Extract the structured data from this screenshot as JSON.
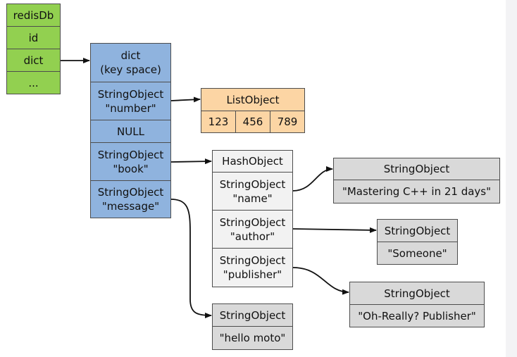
{
  "redisdb": {
    "cells": [
      "redisDb",
      "id",
      "dict",
      "..."
    ]
  },
  "dict": {
    "title_line1": "dict",
    "title_line2": "(key space)",
    "entries": [
      {
        "line1": "StringObject",
        "line2": "\"number\""
      },
      {
        "line1": "NULL",
        "line2": ""
      },
      {
        "line1": "StringObject",
        "line2": "\"book\""
      },
      {
        "line1": "StringObject",
        "line2": "\"message\""
      }
    ]
  },
  "list_object": {
    "title": "ListObject",
    "items": [
      "123",
      "456",
      "789"
    ]
  },
  "hash_object": {
    "title": "HashObject",
    "fields": [
      {
        "line1": "StringObject",
        "line2": "\"name\""
      },
      {
        "line1": "StringObject",
        "line2": "\"author\""
      },
      {
        "line1": "StringObject",
        "line2": "\"publisher\""
      }
    ]
  },
  "value_objects": [
    {
      "title": "StringObject",
      "value": "\"Mastering C++ in 21 days\""
    },
    {
      "title": "StringObject",
      "value": "\"Someone\""
    },
    {
      "title": "StringObject",
      "value": "\"Oh-Really? Publisher\""
    },
    {
      "title": "StringObject",
      "value": "\"hello moto\""
    }
  ],
  "colors": {
    "redisdb_fill": "#92d050",
    "dict_fill": "#8fb3de",
    "list_fill": "#fcd5a4",
    "hash_fill": "#f2f2f2",
    "string_fill": "#d9d9d9",
    "outline": "#4d4d4d",
    "arrow": "#111111"
  }
}
